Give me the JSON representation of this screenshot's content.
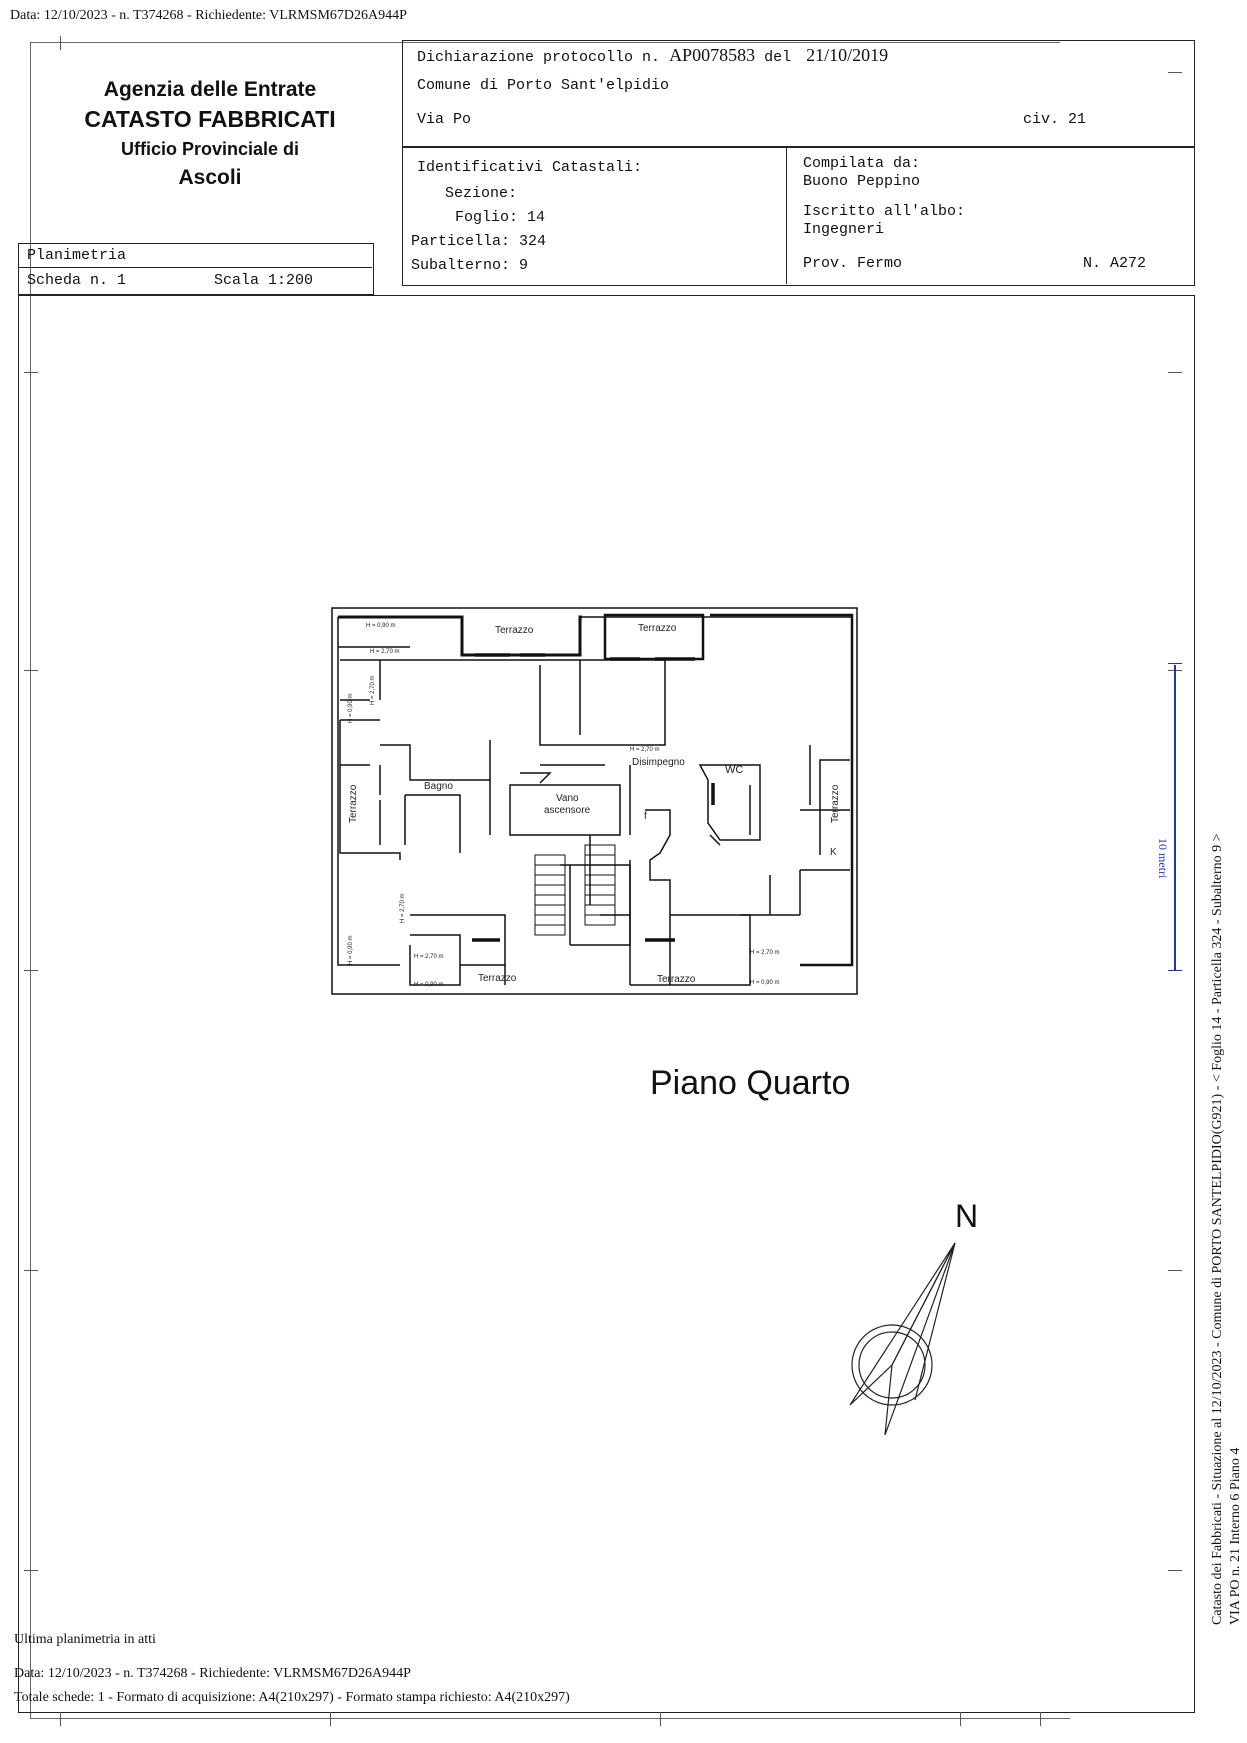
{
  "top_header": "Data: 12/10/2023 - n. T374268 - Richiedente: VLRMSM67D26A944P",
  "agency": {
    "line1": "Agenzia delle Entrate",
    "line2": "CATASTO FABBRICATI",
    "line3": "Ufficio Provinciale di",
    "line4": "Ascoli"
  },
  "sheet": {
    "planimetria": "Planimetria",
    "scheda": "Scheda n. 1",
    "scala": "Scala 1:200"
  },
  "declaration": {
    "protocol_label": "Dichiarazione protocollo n.",
    "protocol_number": "AP0078583",
    "del_label": "del",
    "date": "21/10/2019",
    "comune": "Comune di Porto Sant'elpidio",
    "via": "Via Po",
    "civ": "civ. 21"
  },
  "identifiers": {
    "title": "Identificativi Catastali:",
    "sezione": "Sezione:",
    "foglio": "Foglio: 14",
    "particella": "Particella: 324",
    "subalterno": "Subalterno: 9"
  },
  "compiler": {
    "compilata_label": "Compilata da:",
    "name": "Buono Peppino",
    "iscritto_label": "Iscritto all'albo:",
    "albo": "Ingegneri",
    "prov": "Prov. Fermo",
    "number": "N. A272"
  },
  "floorplan": {
    "rooms": {
      "terrazzo_top_left": "Terrazzo",
      "terrazzo_top_right": "Terrazzo",
      "terrazzo_left": "Terrazzo",
      "terrazzo_right": "Terrazzo",
      "terrazzo_bottom_left": "Terrazzo",
      "terrazzo_bottom_right": "Terrazzo",
      "bagno": "Bagno",
      "vano_1": "Vano",
      "vano_2": "ascensore",
      "disimpegno": "Disimpegno",
      "wc": "WC",
      "k": "K",
      "f": "f"
    },
    "heights": {
      "h1": "H = 0,90 m",
      "h2": "H = 2,70 m",
      "h3": "H = 0,90 m",
      "h4": "H = 2,70 m",
      "h5": "H = 2,70 m",
      "h6": "H = 2,70 m",
      "h7": "H = 0,90 m",
      "h8": "H = 2,70 m",
      "h9": "H = 0,90 m",
      "h10": "H = 2,70 m",
      "h11": "H = 0,90 m"
    }
  },
  "floor_title": "Piano Quarto",
  "north": "N",
  "scale_bar_label": "10 metri",
  "side_text_1": "Catasto dei Fabbricati - Situazione al 12/10/2023 - Comune di PORTO SANTELPIDIO(G921) - < Foglio 14 - Particella 324 - Subalterno 9 >",
  "side_text_2": "VIA PO n. 21 Interno 6 Piano 4",
  "footer": {
    "ultima": "Ultima planimetria in atti",
    "data": "Data: 12/10/2023 - n. T374268 - Richiedente: VLRMSM67D26A944P",
    "totale": "Totale schede: 1 - Formato di acquisizione: A4(210x297) - Formato stampa richiesto: A4(210x297)"
  }
}
